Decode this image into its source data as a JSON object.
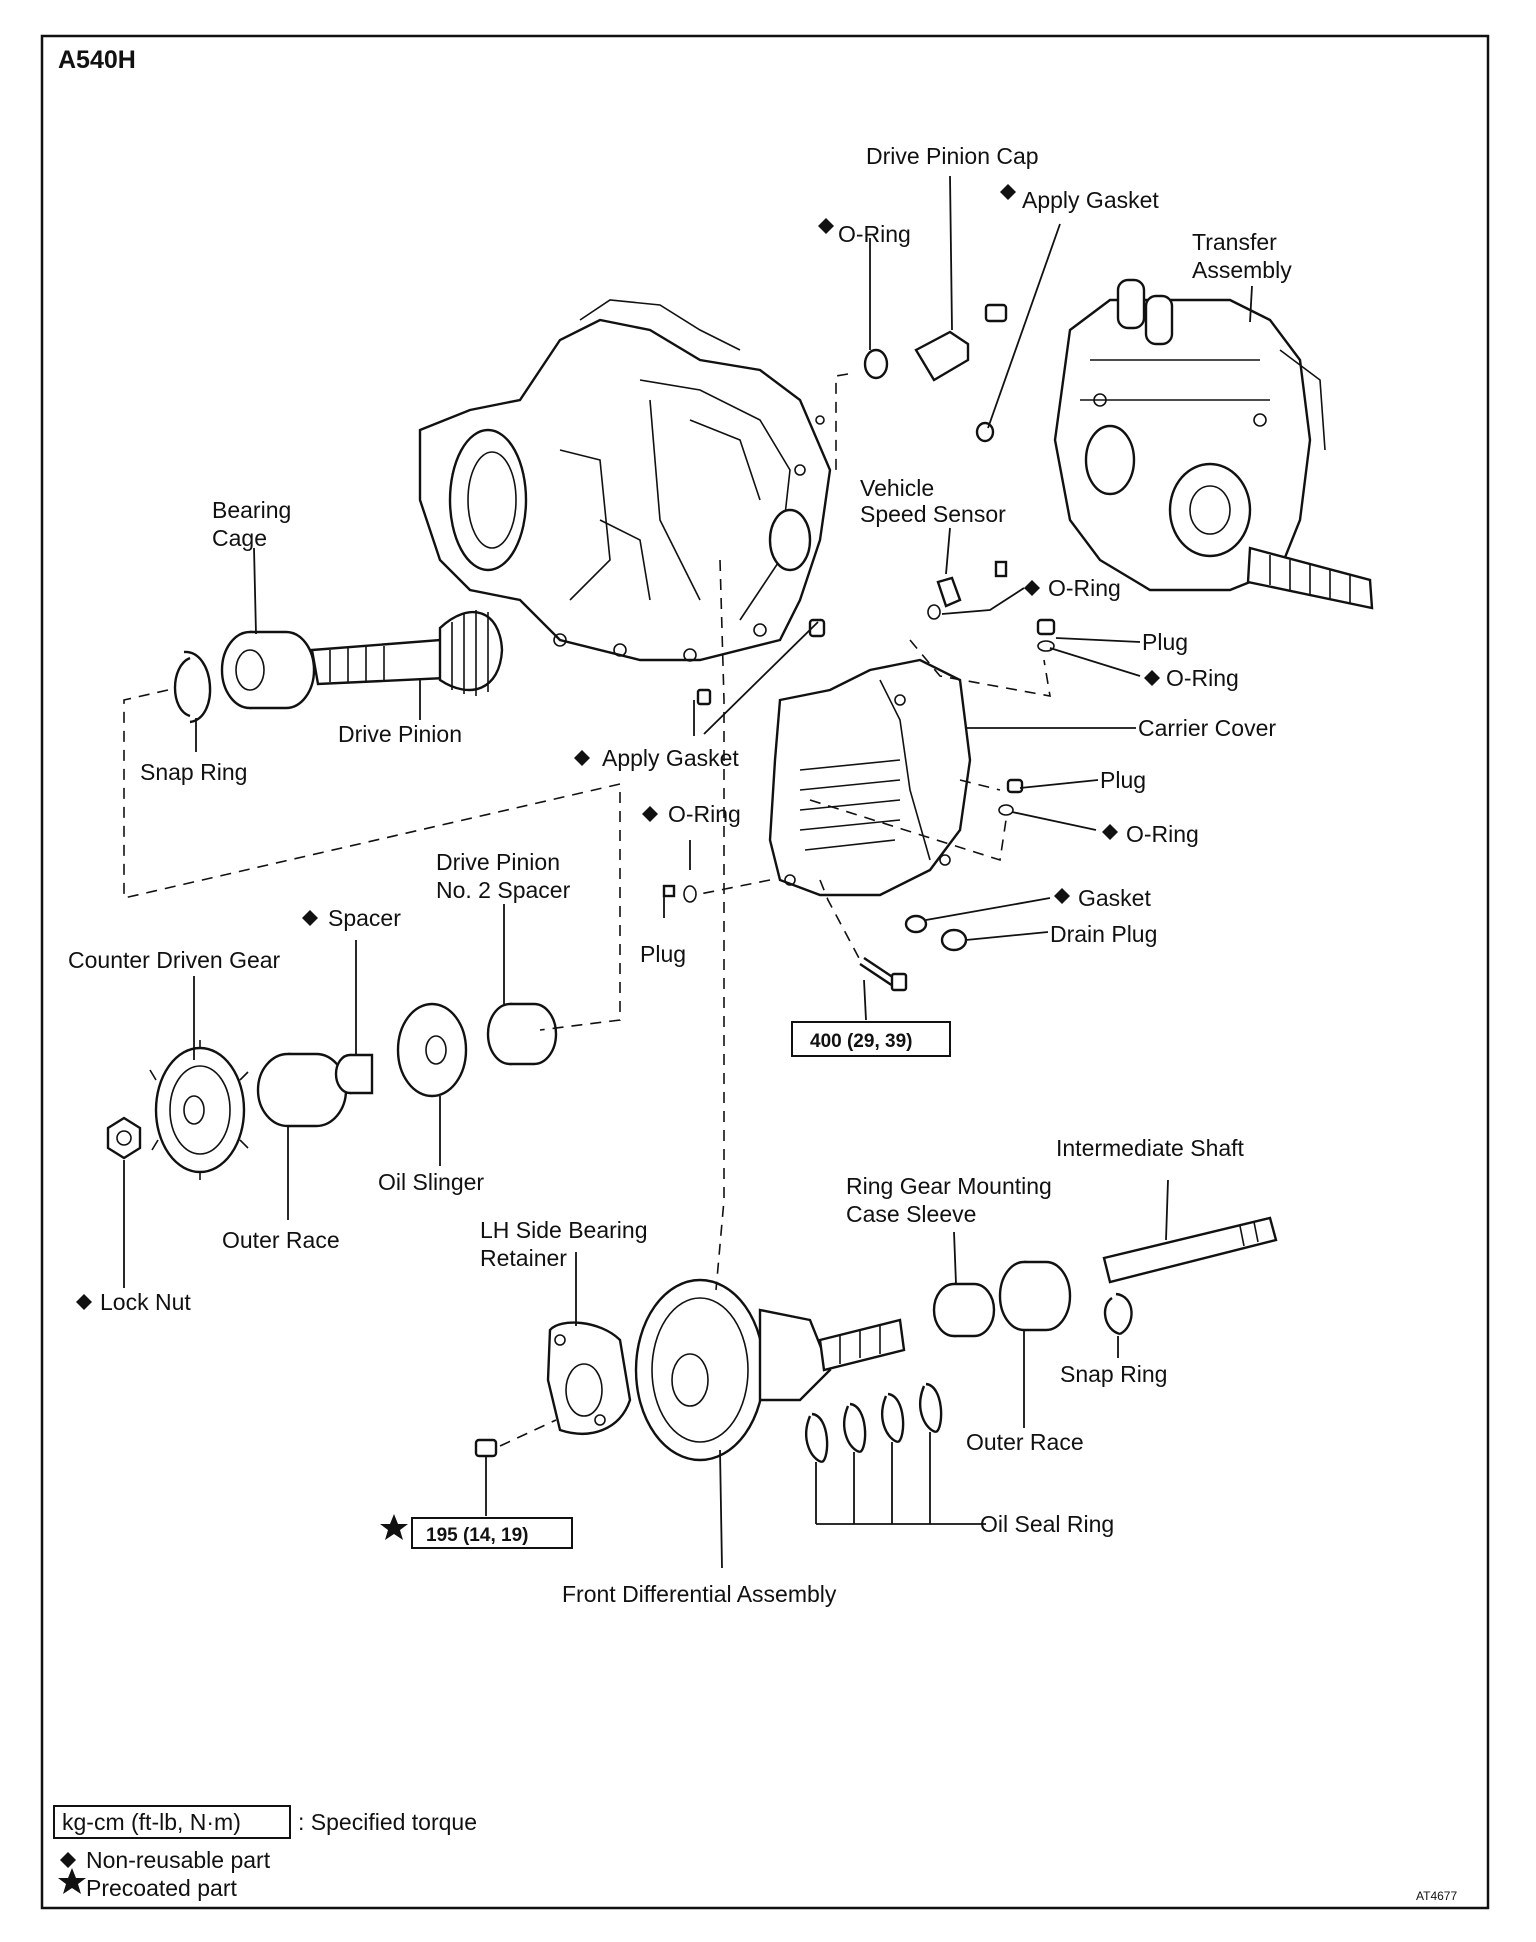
{
  "title": "A540H",
  "figure_code": "AT4677",
  "labels": {
    "drive_pinion_cap": "Drive Pinion Cap",
    "apply_gasket_top": "Apply Gasket",
    "o_ring_top": "O-Ring",
    "transfer_assembly_1": "Transfer",
    "transfer_assembly_2": "Assembly",
    "vehicle_speed_sensor_1": "Vehicle",
    "vehicle_speed_sensor_2": "Speed Sensor",
    "o_ring_sensor": "O-Ring",
    "plug_upper": "Plug",
    "o_ring_plug_upper": "O-Ring",
    "carrier_cover": "Carrier Cover",
    "plug_mid": "Plug",
    "o_ring_plug_mid": "O-Ring",
    "gasket": "Gasket",
    "drain_plug": "Drain Plug",
    "bearing_cage_1": "Bearing",
    "bearing_cage_2": "Cage",
    "drive_pinion": "Drive Pinion",
    "snap_ring_left": "Snap Ring",
    "apply_gasket_mid": "Apply Gasket",
    "o_ring_left": "O-Ring",
    "plug_left": "Plug",
    "drive_pinion_spacer_1": "Drive Pinion",
    "drive_pinion_spacer_2": "No. 2 Spacer",
    "spacer": "Spacer",
    "counter_driven_gear": "Counter Driven Gear",
    "oil_slinger": "Oil Slinger",
    "outer_race_left": "Outer Race",
    "lock_nut": "Lock Nut",
    "intermediate_shaft": "Intermediate Shaft",
    "ring_gear_sleeve_1": "Ring Gear Mounting",
    "ring_gear_sleeve_2": "Case Sleeve",
    "snap_ring_right": "Snap Ring",
    "lh_bearing_retainer_1": "LH Side Bearing",
    "lh_bearing_retainer_2": "Retainer",
    "outer_race_right": "Outer Race",
    "oil_seal_ring": "Oil Seal Ring",
    "front_differential": "Front Differential Assembly"
  },
  "torques": {
    "carrier_bolt": "400 (29, 39)",
    "retainer_bolt": "195 (14, 19)"
  },
  "legend": {
    "torque_unit": "kg-cm (ft-lb, N·m)",
    "torque_desc": ": Specified torque",
    "non_reusable": "Non-reusable part",
    "precoated": "Precoated part"
  }
}
